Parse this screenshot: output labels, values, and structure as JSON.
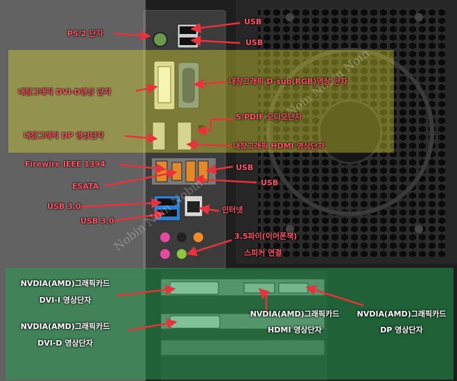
{
  "watermark": [
    "Nobin Noin Nobin",
    "Noin Nobin Noin"
  ],
  "labels": {
    "ps2": "PS/2 단자",
    "usb_top1": "USB",
    "usb_top2": "USB",
    "dvi_d_internal": "내장그래픽 DVI-D영상 단자",
    "dsub_internal": "내장그래픽 D-sub(RGB)영상 단자",
    "spdif": "S/PDIF 오디오단자",
    "dp_internal": "내장그래픽 DP 영상단자",
    "hdmi_internal": "내장그래픽 HDMI 영상단자",
    "firewire": "Firewire IEEE 1394",
    "usb_mid1": "USB",
    "esata": "ESATA",
    "usb_mid2": "USB",
    "usb3_1": "USB 3.0",
    "usb3_2": "USB 3.0",
    "lan": "인터넷",
    "audio_line1": "3.5파이(이어폰잭)",
    "audio_line2": "스피커 연결",
    "gpu_dvi_i_line1": "NVDIA(AMD)그래픽카드",
    "gpu_dvi_i_line2": "DVI-I 영상단자",
    "gpu_dvi_d_line1": "NVDIA(AMD)그래픽카드",
    "gpu_dvi_d_line2": "DVI-D 영상단자",
    "gpu_hdmi_line1": "NVDIA(AMD)그래픽카드",
    "gpu_hdmi_line2": "HDMI 영상단자",
    "gpu_dp_line1": "NVDIA(AMD)그래픽카드",
    "gpu_dp_line2": "DP 영상단자"
  },
  "colors": {
    "label_red": "#ff5566",
    "arrow": "#e8323c",
    "yellow_overlay": "#e6e632",
    "green_overlay": "#23a050",
    "gray_overlay": "#9a9a9a"
  }
}
